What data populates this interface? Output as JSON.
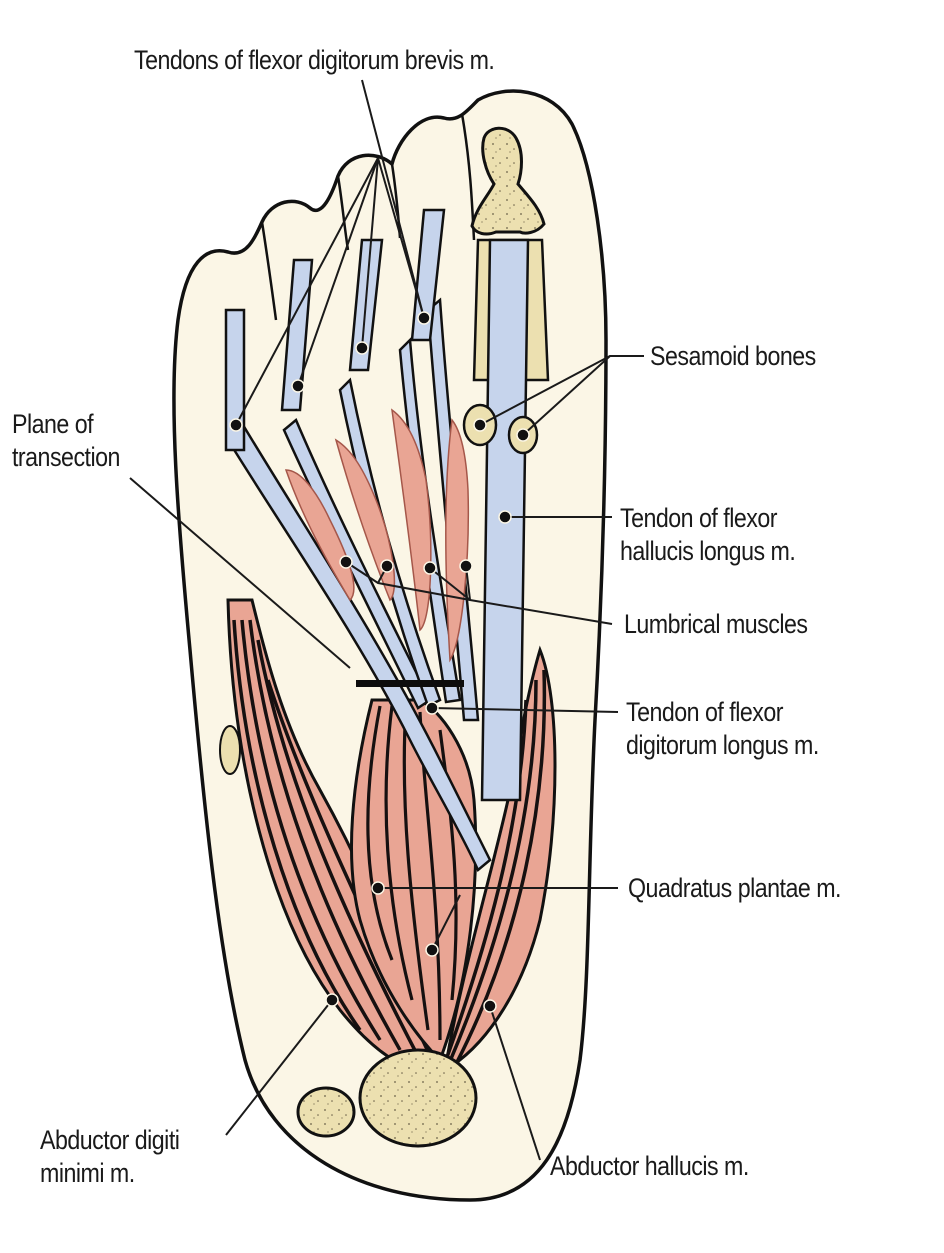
{
  "figure": {
    "subject": "Plantar view of the foot — second layer of plantar muscles",
    "colors": {
      "skin": "#fbf6e6",
      "outline": "#111111",
      "tendon": "#c6d4ec",
      "muscle": "#e9a594",
      "muscle_fiber": "#161010",
      "bone": "#ece0b0",
      "leader": "#1a1a1a"
    }
  },
  "labels": {
    "fdb_tendons": {
      "lines": [
        "Tendons of flexor digitorum brevis m."
      ]
    },
    "sesamoid": {
      "lines": [
        "Sesamoid bones"
      ]
    },
    "plane": {
      "lines": [
        "Plane of",
        "transection"
      ]
    },
    "fhl_tendon": {
      "lines": [
        "Tendon of flexor",
        "hallucis longus m."
      ]
    },
    "lumbricals": {
      "lines": [
        "Lumbrical muscles"
      ]
    },
    "fdl_tendon": {
      "lines": [
        "Tendon of flexor",
        "digitorum longus m."
      ]
    },
    "quadratus": {
      "lines": [
        "Quadratus plantae m."
      ]
    },
    "adm": {
      "lines": [
        "Abductor digiti",
        "minimi m."
      ]
    },
    "ah": {
      "lines": [
        "Abductor hallucis m."
      ]
    }
  }
}
